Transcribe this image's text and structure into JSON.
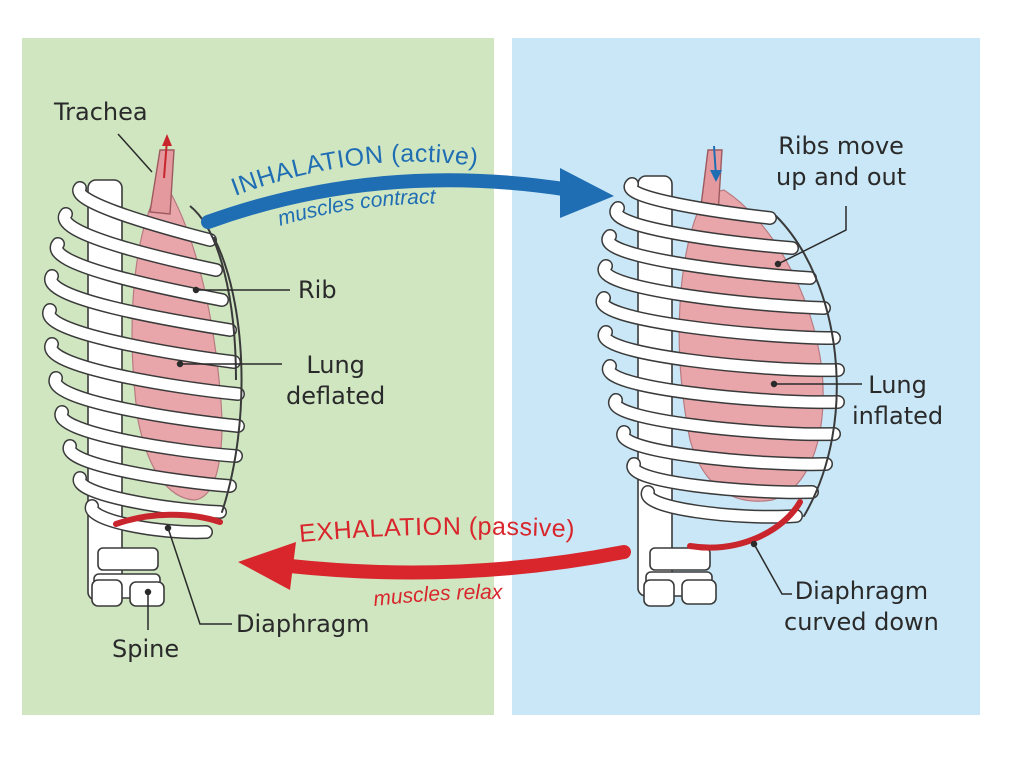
{
  "colors": {
    "left_panel": "#cfe6c1",
    "right_panel": "#c9e7f6",
    "inhalation_arrow": "#1f6db3",
    "exhalation_arrow": "#d8262c",
    "lung": "#e8a6aa",
    "diaphragm": "#c9252d",
    "bone": "#ffffff"
  },
  "arrows": {
    "inhalation": {
      "title": "INHALATION (active)",
      "subtitle": "muscles contract"
    },
    "exhalation": {
      "title": "EXHALATION (passive)",
      "subtitle": "muscles relax"
    }
  },
  "left": {
    "trachea": "Trachea",
    "rib": "Rib",
    "lung_line1": "Lung",
    "lung_line2": "deflated",
    "diaphragm": "Diaphragm",
    "spine": "Spine"
  },
  "right": {
    "ribs_line1": "Ribs move",
    "ribs_line2": "up and out",
    "lung_line1": "Lung",
    "lung_line2": "inflated",
    "diaphragm_line1": "Diaphragm",
    "diaphragm_line2": "curved down"
  }
}
